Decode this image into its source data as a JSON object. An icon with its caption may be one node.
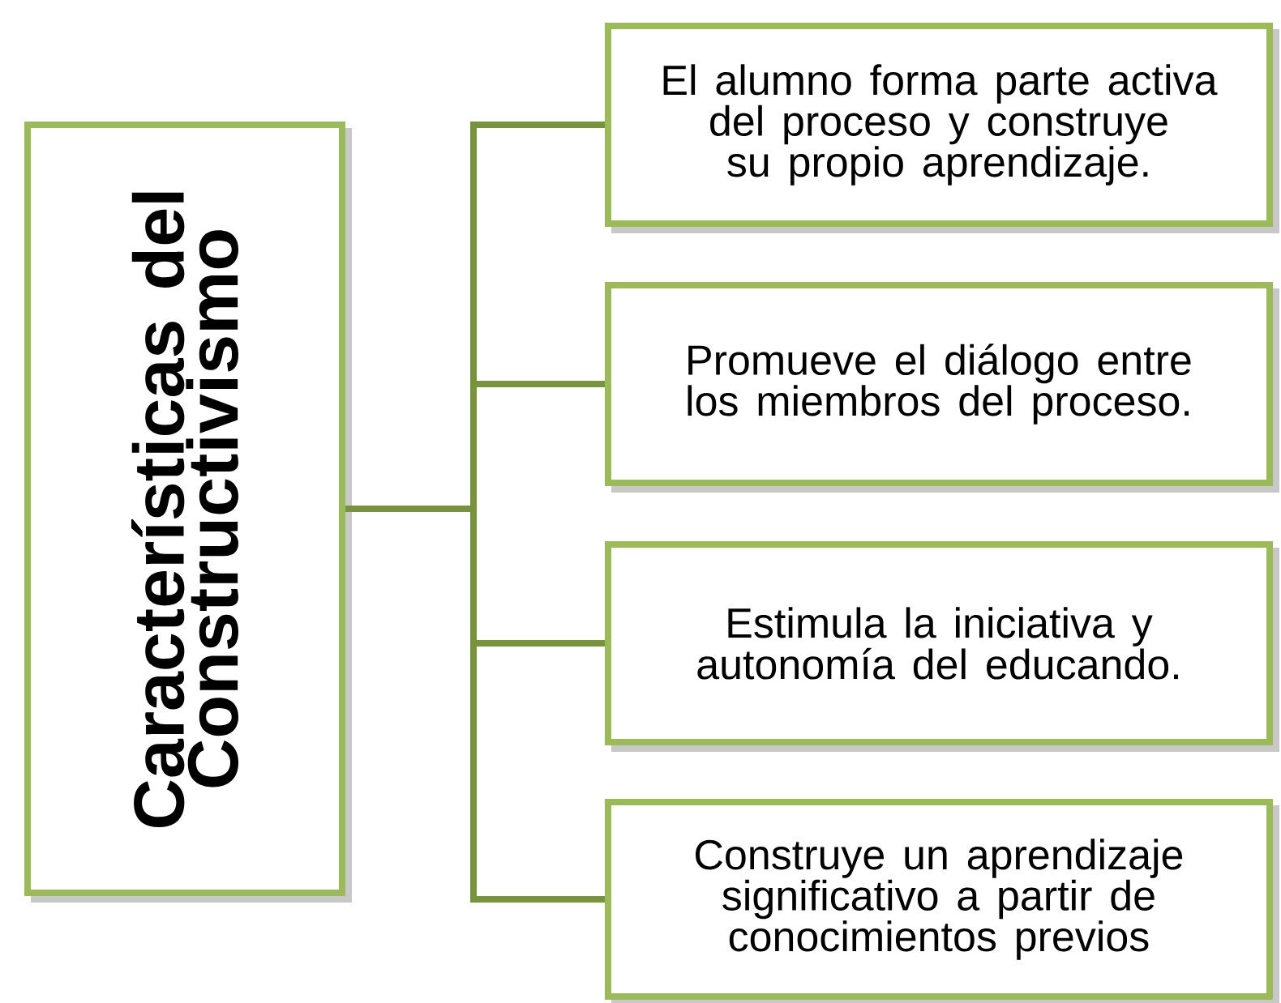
{
  "diagram": {
    "nodes": [
      {
        "text": [
          "Características del Constructivismo"
        ]
      },
      {
        "text": [
          "El alumno forma parte activa del proceso y construye su propio aprendizaje."
        ]
      },
      {
        "text": [
          "Promueve el diálogo entre los miembros del proceso."
        ]
      },
      {
        "text": [
          "Estimula la iniciativa y autonomía del educando."
        ]
      },
      {
        "text": [
          "Construye un aprendizaje significativo a partir de conocimientos previos"
        ]
      }
    ],
    "edges": [
      {
        "from": 0,
        "to": 1,
        "arrow": "none"
      },
      {
        "from": 0,
        "to": 2,
        "arrow": "none"
      },
      {
        "from": 0,
        "to": 3,
        "arrow": "none"
      },
      {
        "from": 0,
        "to": 4,
        "arrow": "none"
      }
    ]
  }
}
